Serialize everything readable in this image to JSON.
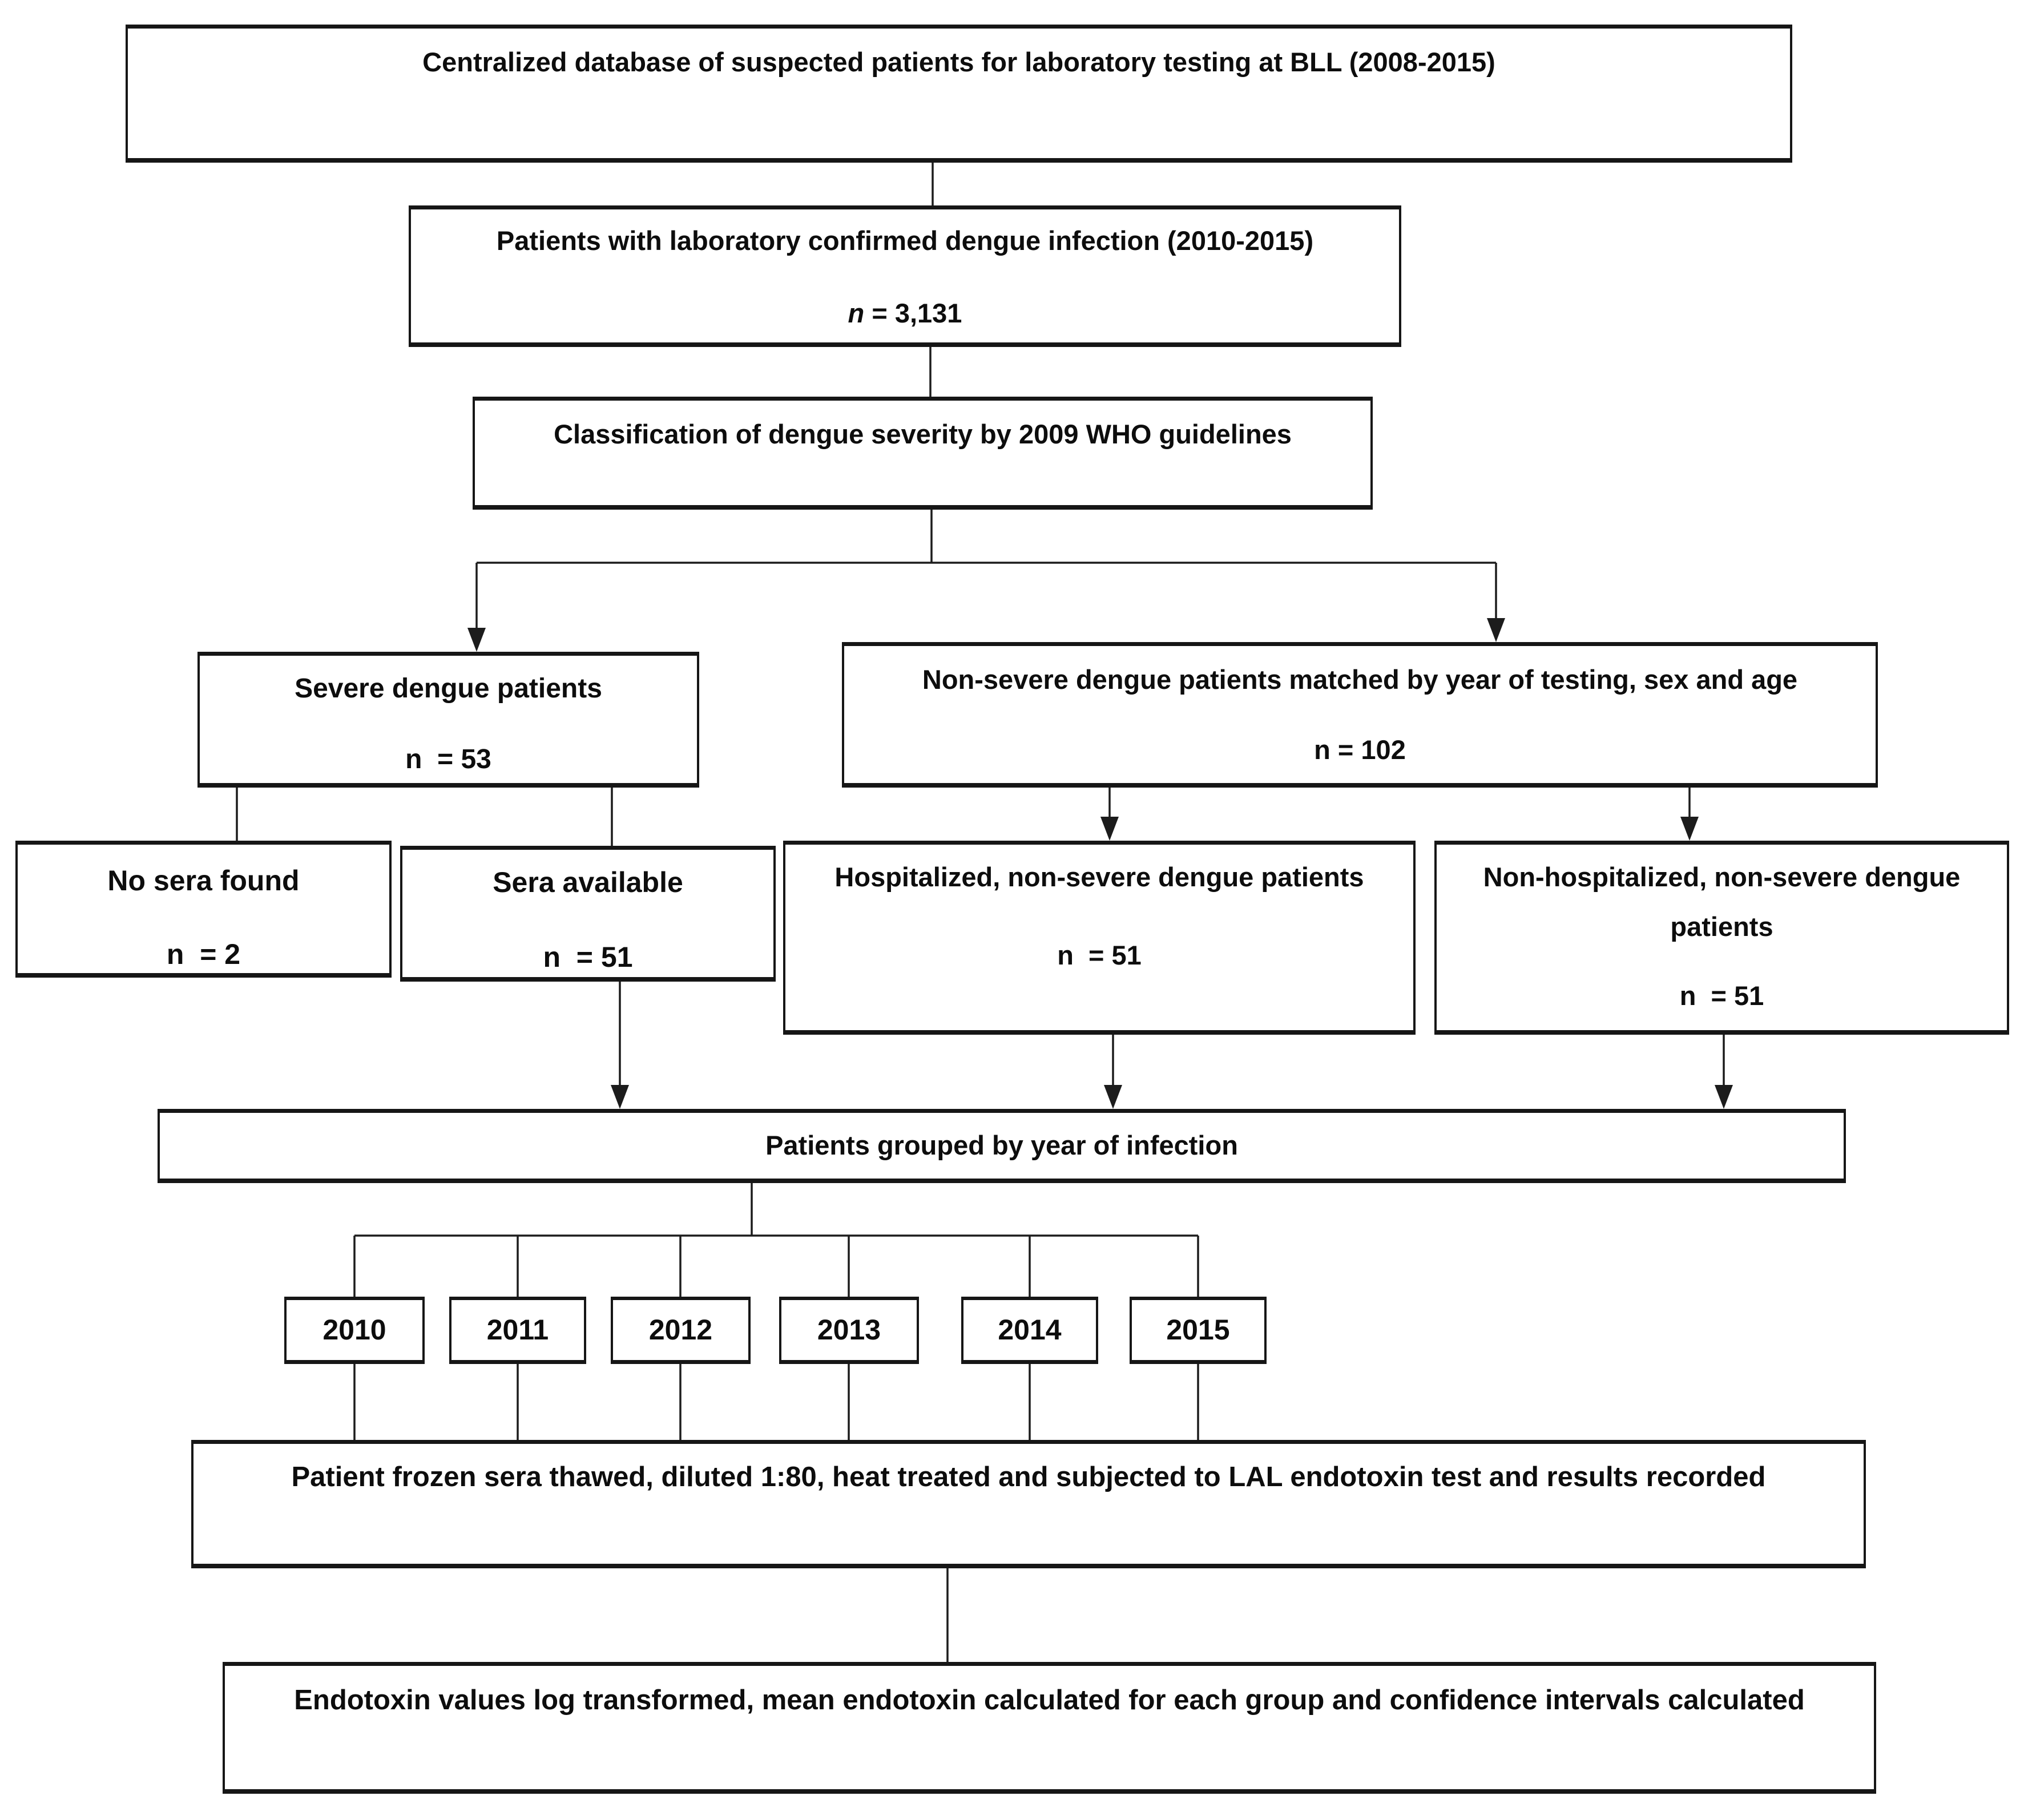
{
  "flow": {
    "boxes": {
      "database": {
        "text": "Centralized database of suspected patients for laboratory testing at BLL (2008-2015)"
      },
      "confirmed": {
        "text": "Patients with laboratory confirmed dengue infection (2010-2015)",
        "n_prefix": "n",
        "n_rest": " = 3,131"
      },
      "classification": {
        "text": "Classification of dengue severity by 2009 WHO guidelines"
      },
      "severe": {
        "text": "Severe dengue patients",
        "n": "n  = 53"
      },
      "non_severe": {
        "text": "Non-severe dengue patients matched by year of testing, sex and age",
        "n": "n = 102"
      },
      "no_sera": {
        "text": "No sera found",
        "n": "n  = 2"
      },
      "sera_available": {
        "text": "Sera available",
        "n": "n  = 51"
      },
      "hospitalized": {
        "text": "Hospitalized, non-severe dengue patients",
        "n": "n  = 51"
      },
      "non_hospitalized": {
        "text_line1": "Non-hospitalized, non-severe dengue",
        "text_line2": "patients",
        "n": "n  = 51"
      },
      "grouped": {
        "text": "Patients grouped by year of infection"
      },
      "lal_test": {
        "text": "Patient frozen sera thawed, diluted 1:80, heat treated and subjected to LAL endotoxin test and results recorded"
      },
      "endotoxin": {
        "text": "Endotoxin values log transformed, mean endotoxin calculated for each group and confidence intervals calculated"
      }
    },
    "years": [
      "2010",
      "2011",
      "2012",
      "2013",
      "2014",
      "2015"
    ],
    "colors": {
      "background": "#ffffff",
      "box_border": "#161616",
      "text": "#0d0d0d",
      "connector": "#1c1c1c"
    }
  }
}
